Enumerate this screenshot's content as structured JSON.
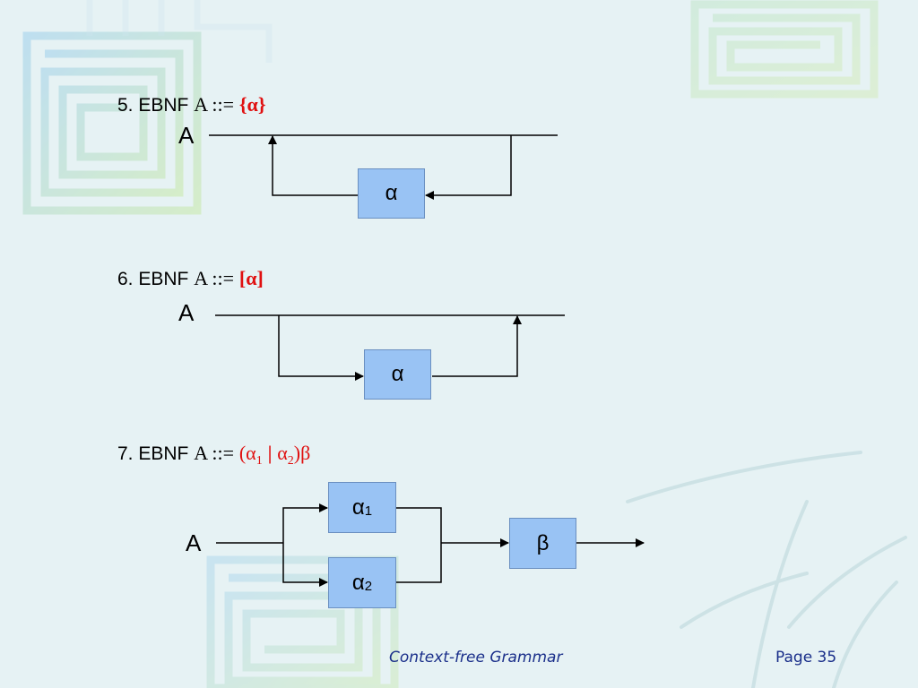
{
  "colors": {
    "box_fill": "#99c3f4",
    "accent": "#e01010",
    "footer": "#1a2f8a"
  },
  "rules": [
    {
      "prefix": "5. EBNF",
      "code": "A ::=",
      "sym_open": "{",
      "sym_mid": "α",
      "sym_close": "}",
      "nonterminal": "A",
      "box": "α"
    },
    {
      "prefix": "6. EBNF",
      "code": "A ::=",
      "sym_open": "[",
      "sym_mid": "α",
      "sym_close": "]",
      "nonterminal": "A",
      "box": "α"
    },
    {
      "prefix": "7. EBNF",
      "code": "A ::=",
      "sym_a": "(α",
      "sym_a_sub": "1",
      "sym_bar": "|",
      "sym_b": "α",
      "sym_b_sub": "2",
      "sym_end": ")β",
      "nonterminal": "A",
      "box1": "α",
      "box1_sub": "1",
      "box2": "α",
      "box2_sub": "2",
      "box3": "β"
    }
  ],
  "footer": {
    "title": "Context-free Grammar",
    "page": "Page 35"
  }
}
